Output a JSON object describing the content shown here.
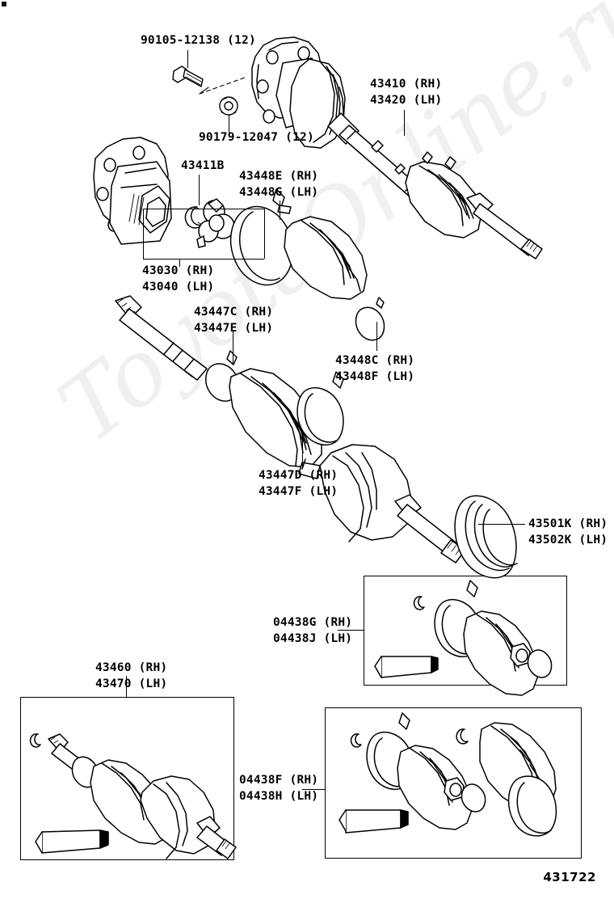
{
  "diagram": {
    "id": "431722",
    "watermark": "ToyotaOnline.ru"
  },
  "labels": {
    "bolt": "90105-12138 (12)",
    "nut": "90179-12047 (12)",
    "outer_shaft_rh": "43410 (RH)",
    "outer_shaft_lh": "43420 (LH)",
    "snap_ring": "43411B",
    "joint_rh": "43030 (RH)",
    "joint_lh": "43040 (LH)",
    "clamp_e_rh": "43448E (RH)",
    "clamp_e_lh": "43448G (LH)",
    "clamp_c_rh": "43448C (RH)",
    "clamp_c_lh": "43448F (LH)",
    "boot_c_rh": "43447C (RH)",
    "boot_c_lh": "43447E (LH)",
    "boot_d_rh": "43447D (RH)",
    "boot_d_lh": "43447F (LH)",
    "dust_cover_rh": "43501K (RH)",
    "dust_cover_lh": "43502K (LH)",
    "kit_shaft_rh": "43460 (RH)",
    "kit_shaft_lh": "43470 (LH)",
    "kit_g_rh": "04438G (RH)",
    "kit_g_lh": "04438J (LH)",
    "kit_f_rh": "04438F (RH)",
    "kit_f_lh": "04438H (LH)"
  },
  "parts": [
    {
      "name": "hub-flange-bolt",
      "number": "90105-12138",
      "qty": "12"
    },
    {
      "name": "hub-flange-nut",
      "number": "90179-12047",
      "qty": "12"
    },
    {
      "name": "front-drive-shaft-assembly-rh",
      "number": "43410"
    },
    {
      "name": "front-drive-shaft-assembly-lh",
      "number": "43420"
    },
    {
      "name": "shaft-snap-ring",
      "number": "43411B"
    },
    {
      "name": "inboard-joint-assembly-rh",
      "number": "43030"
    },
    {
      "name": "inboard-joint-assembly-lh",
      "number": "43040"
    },
    {
      "name": "boot-clamp-large-rh",
      "number": "43448E"
    },
    {
      "name": "boot-clamp-large-lh",
      "number": "43448G"
    },
    {
      "name": "boot-clamp-small-rh",
      "number": "43448C"
    },
    {
      "name": "boot-clamp-small-lh",
      "number": "43448F"
    },
    {
      "name": "boot-clamp-inboard-rh",
      "number": "43447C"
    },
    {
      "name": "boot-clamp-inboard-lh",
      "number": "43447E"
    },
    {
      "name": "outboard-boot-rh",
      "number": "43447D"
    },
    {
      "name": "outboard-boot-lh",
      "number": "43447F"
    },
    {
      "name": "dust-cover-rh",
      "number": "43501K"
    },
    {
      "name": "dust-cover-lh",
      "number": "43502K"
    },
    {
      "name": "drive-shaft-kit-rh",
      "number": "43460"
    },
    {
      "name": "drive-shaft-kit-lh",
      "number": "43470"
    },
    {
      "name": "boot-kit-outboard-rh",
      "number": "04438G"
    },
    {
      "name": "boot-kit-outboard-lh",
      "number": "04438J"
    },
    {
      "name": "boot-kit-pair-rh",
      "number": "04438F"
    },
    {
      "name": "boot-kit-pair-lh",
      "number": "04438H"
    }
  ]
}
